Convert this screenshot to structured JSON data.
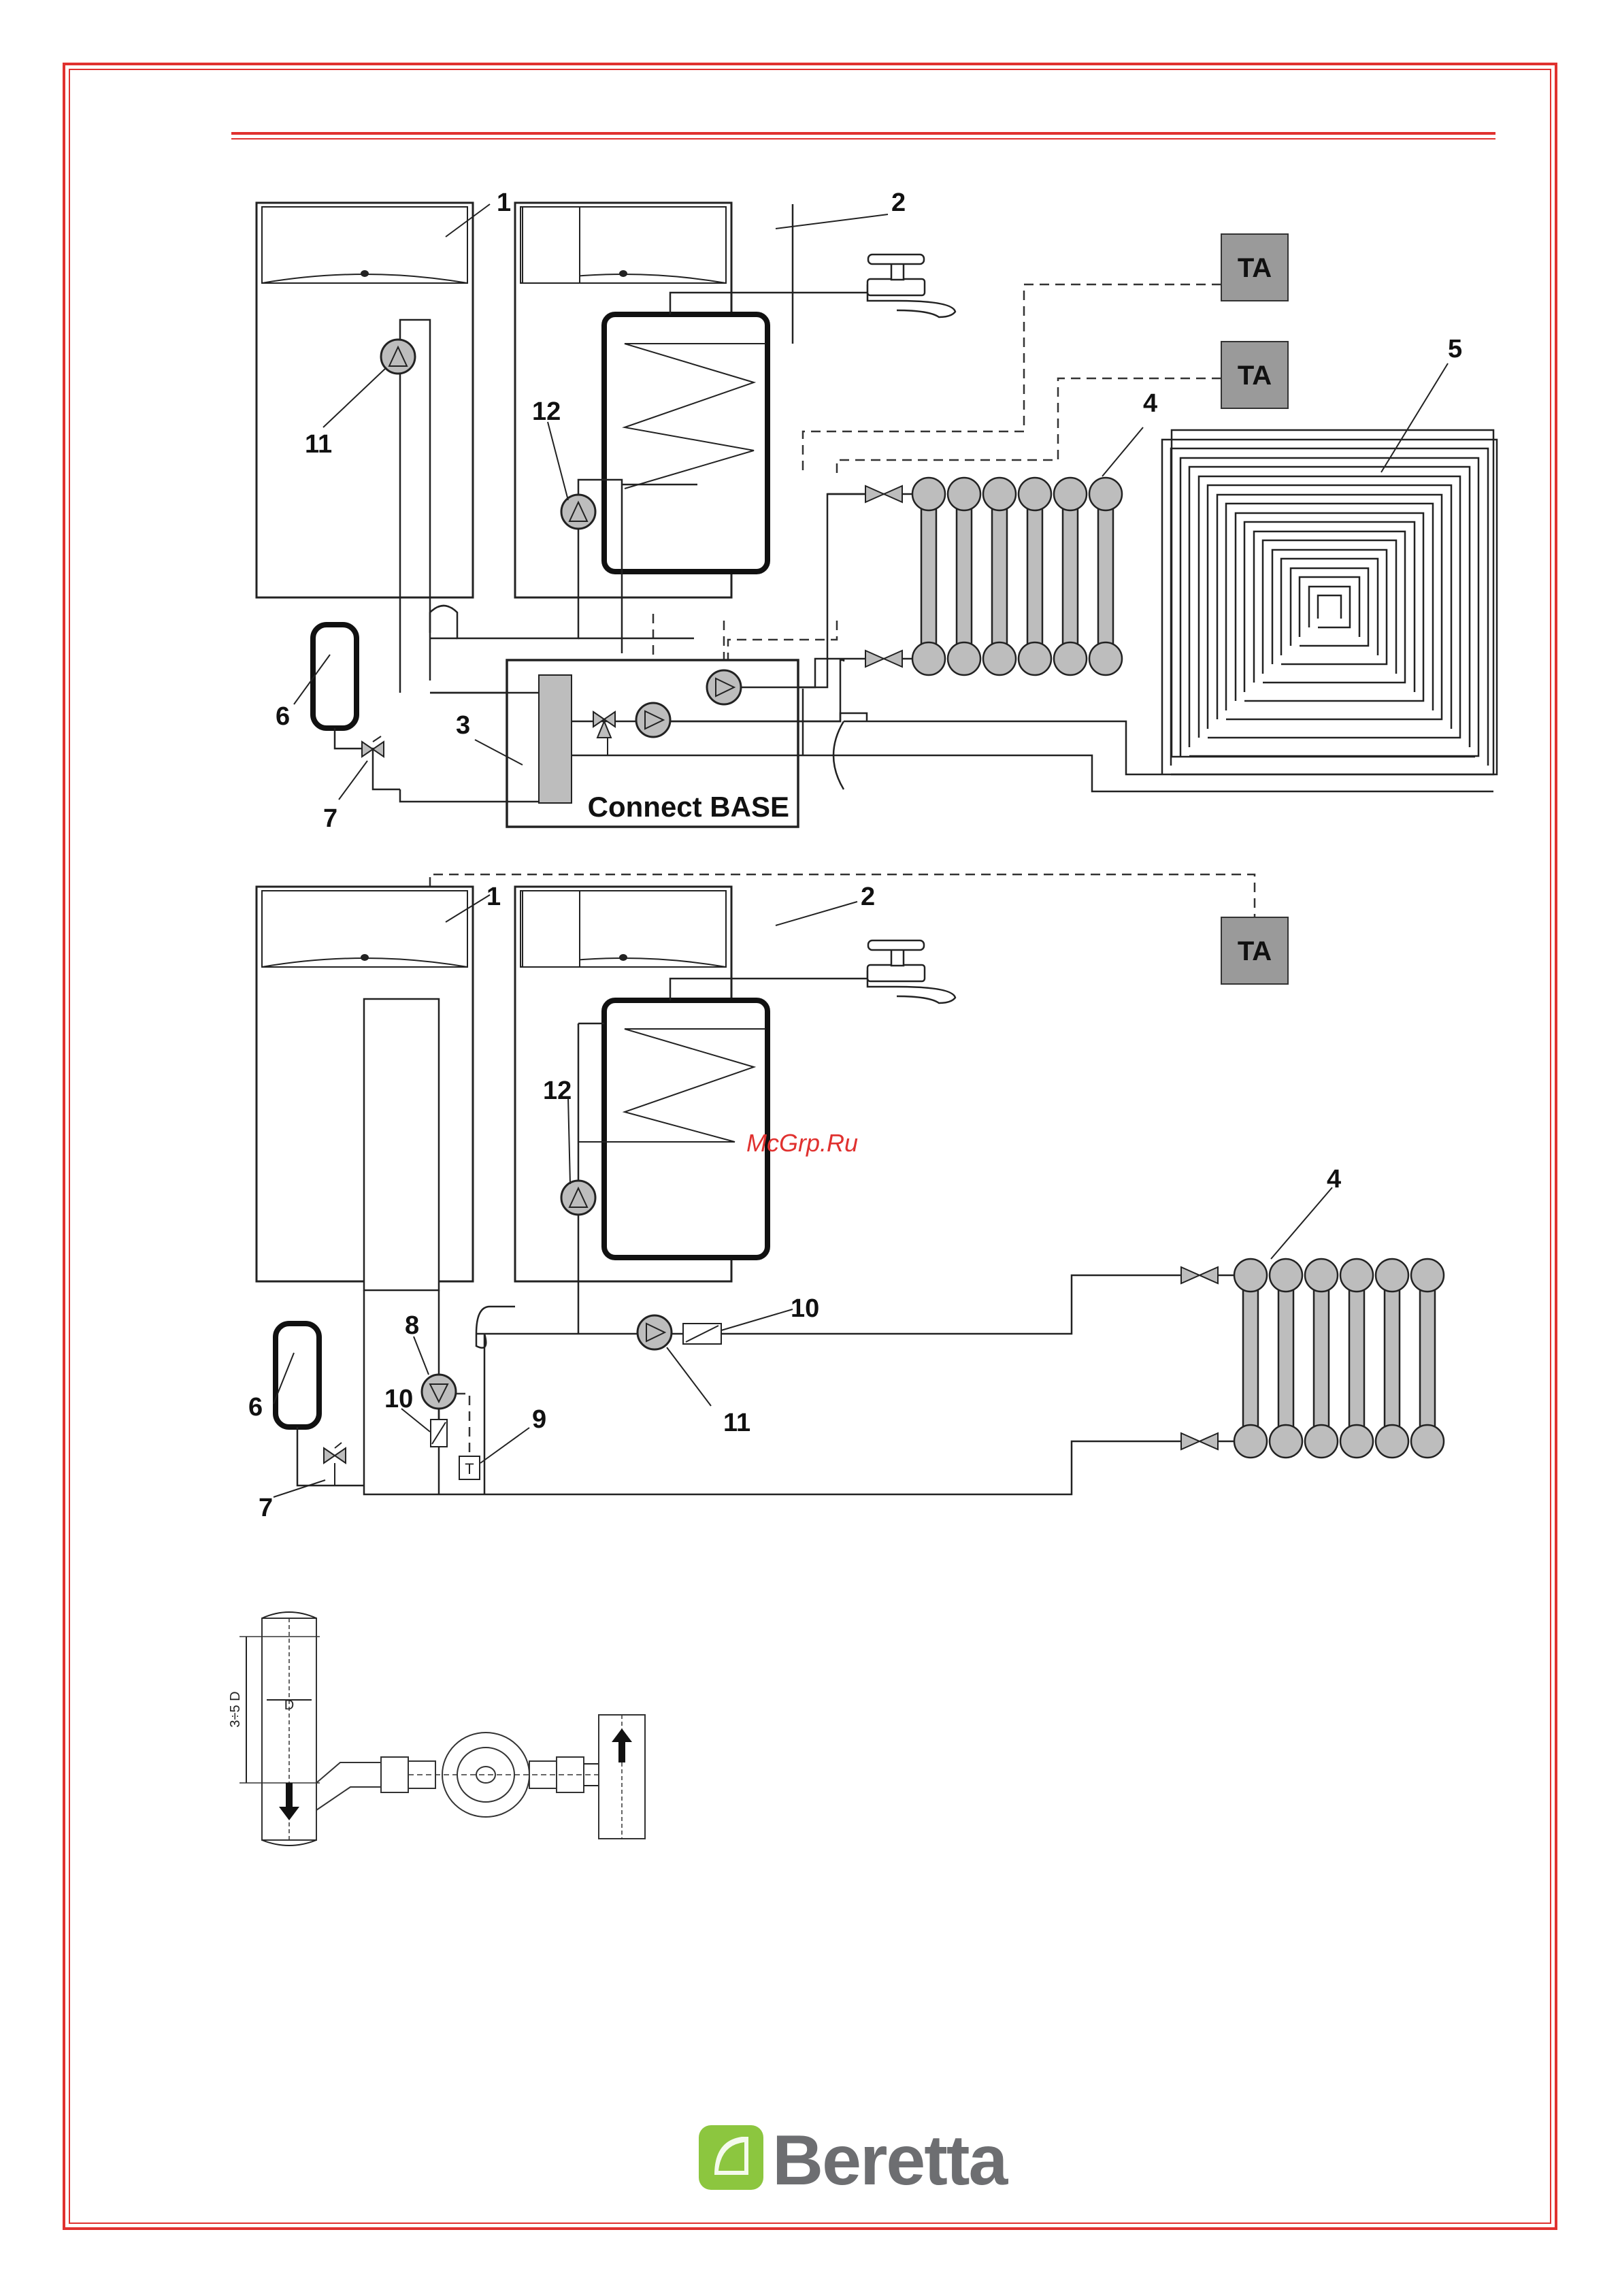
{
  "labels": {
    "boiler": "1",
    "storage": "2",
    "connect_base_num": "3",
    "radiator": "4",
    "floor_heating": "5",
    "expansion": "6",
    "valve": "7",
    "pump8": "8",
    "sensor9": "9",
    "check10": "10",
    "pump11": "11",
    "pump12": "12"
  },
  "thermostat_label": "TA",
  "connect_base_text": "Connect BASE",
  "sensor_glyph": "T",
  "watermark": "McGrp.Ru",
  "dimension": {
    "diameter": "D",
    "length": "3÷5 D"
  },
  "brand": {
    "name": "Beretta",
    "color": "#6d6e71",
    "logo_green": "#8cc63f"
  },
  "colors": {
    "frame_red": "#e0312f",
    "thermostat_grey": "#9a9a9a",
    "radiator_grey": "#bdbdbd"
  }
}
